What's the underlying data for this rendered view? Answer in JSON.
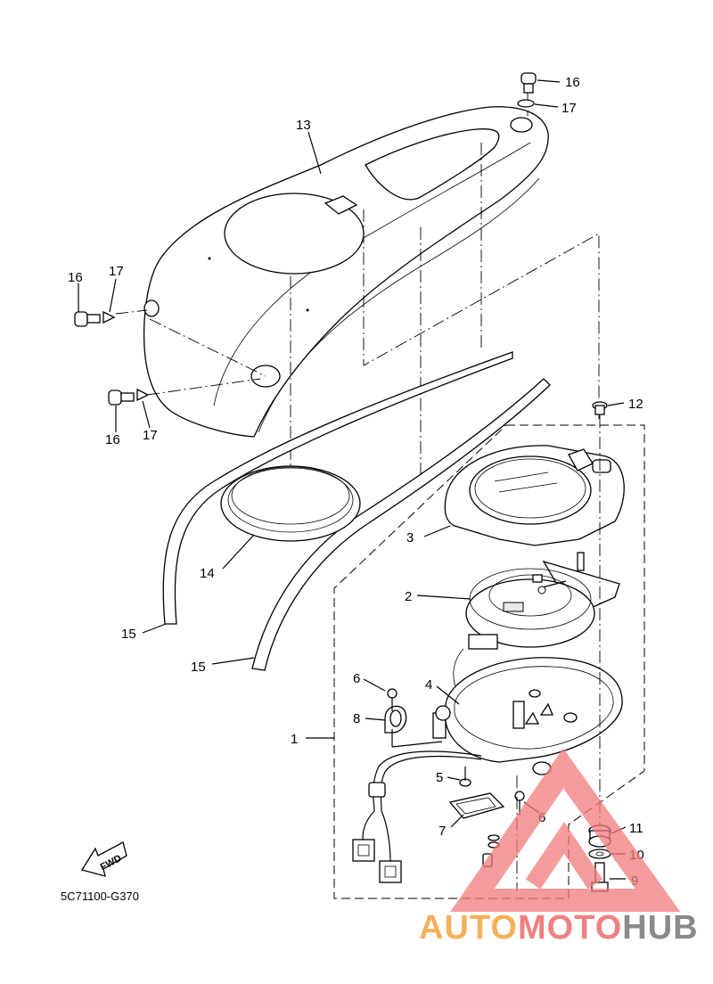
{
  "diagram": {
    "code": "5C71100-G370",
    "fwd_label": "FWD",
    "callouts": [
      {
        "id": "c1",
        "text": "1"
      },
      {
        "id": "c2",
        "text": "2"
      },
      {
        "id": "c3",
        "text": "3"
      },
      {
        "id": "c4",
        "text": "4"
      },
      {
        "id": "c5",
        "text": "5"
      },
      {
        "id": "c6a",
        "text": "6"
      },
      {
        "id": "c6b",
        "text": "6"
      },
      {
        "id": "c7",
        "text": "7"
      },
      {
        "id": "c8",
        "text": "8"
      },
      {
        "id": "c9",
        "text": "9"
      },
      {
        "id": "c10",
        "text": "10"
      },
      {
        "id": "c11",
        "text": "11"
      },
      {
        "id": "c12",
        "text": "12"
      },
      {
        "id": "c13",
        "text": "13"
      },
      {
        "id": "c14",
        "text": "14"
      },
      {
        "id": "c15a",
        "text": "15"
      },
      {
        "id": "c15b",
        "text": "15"
      },
      {
        "id": "c16a",
        "text": "16"
      },
      {
        "id": "c16b",
        "text": "16"
      },
      {
        "id": "c16c",
        "text": "16"
      },
      {
        "id": "c17a",
        "text": "17"
      },
      {
        "id": "c17b",
        "text": "17"
      },
      {
        "id": "c17c",
        "text": "17"
      }
    ]
  },
  "watermark": {
    "part1": "AUTO",
    "part2": "MOTO",
    "part3": "HUB",
    "color1": "#f5b05a",
    "color2": "#f08080",
    "color3": "#8a8a8a"
  }
}
